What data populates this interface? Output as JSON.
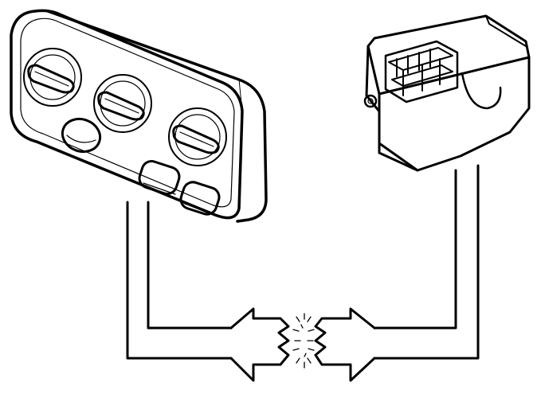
{
  "figure": {
    "background": "#ffffff",
    "ink_color": "#000000",
    "panel": {
      "knobs": [
        "knob-rotary",
        "knob-rotary",
        "knob-rotary"
      ],
      "small_knob": "knob-small",
      "buttons": [
        "push-button",
        "push-button"
      ]
    },
    "module": {
      "connector_pins": 4
    },
    "connection_state": "disconnected"
  }
}
